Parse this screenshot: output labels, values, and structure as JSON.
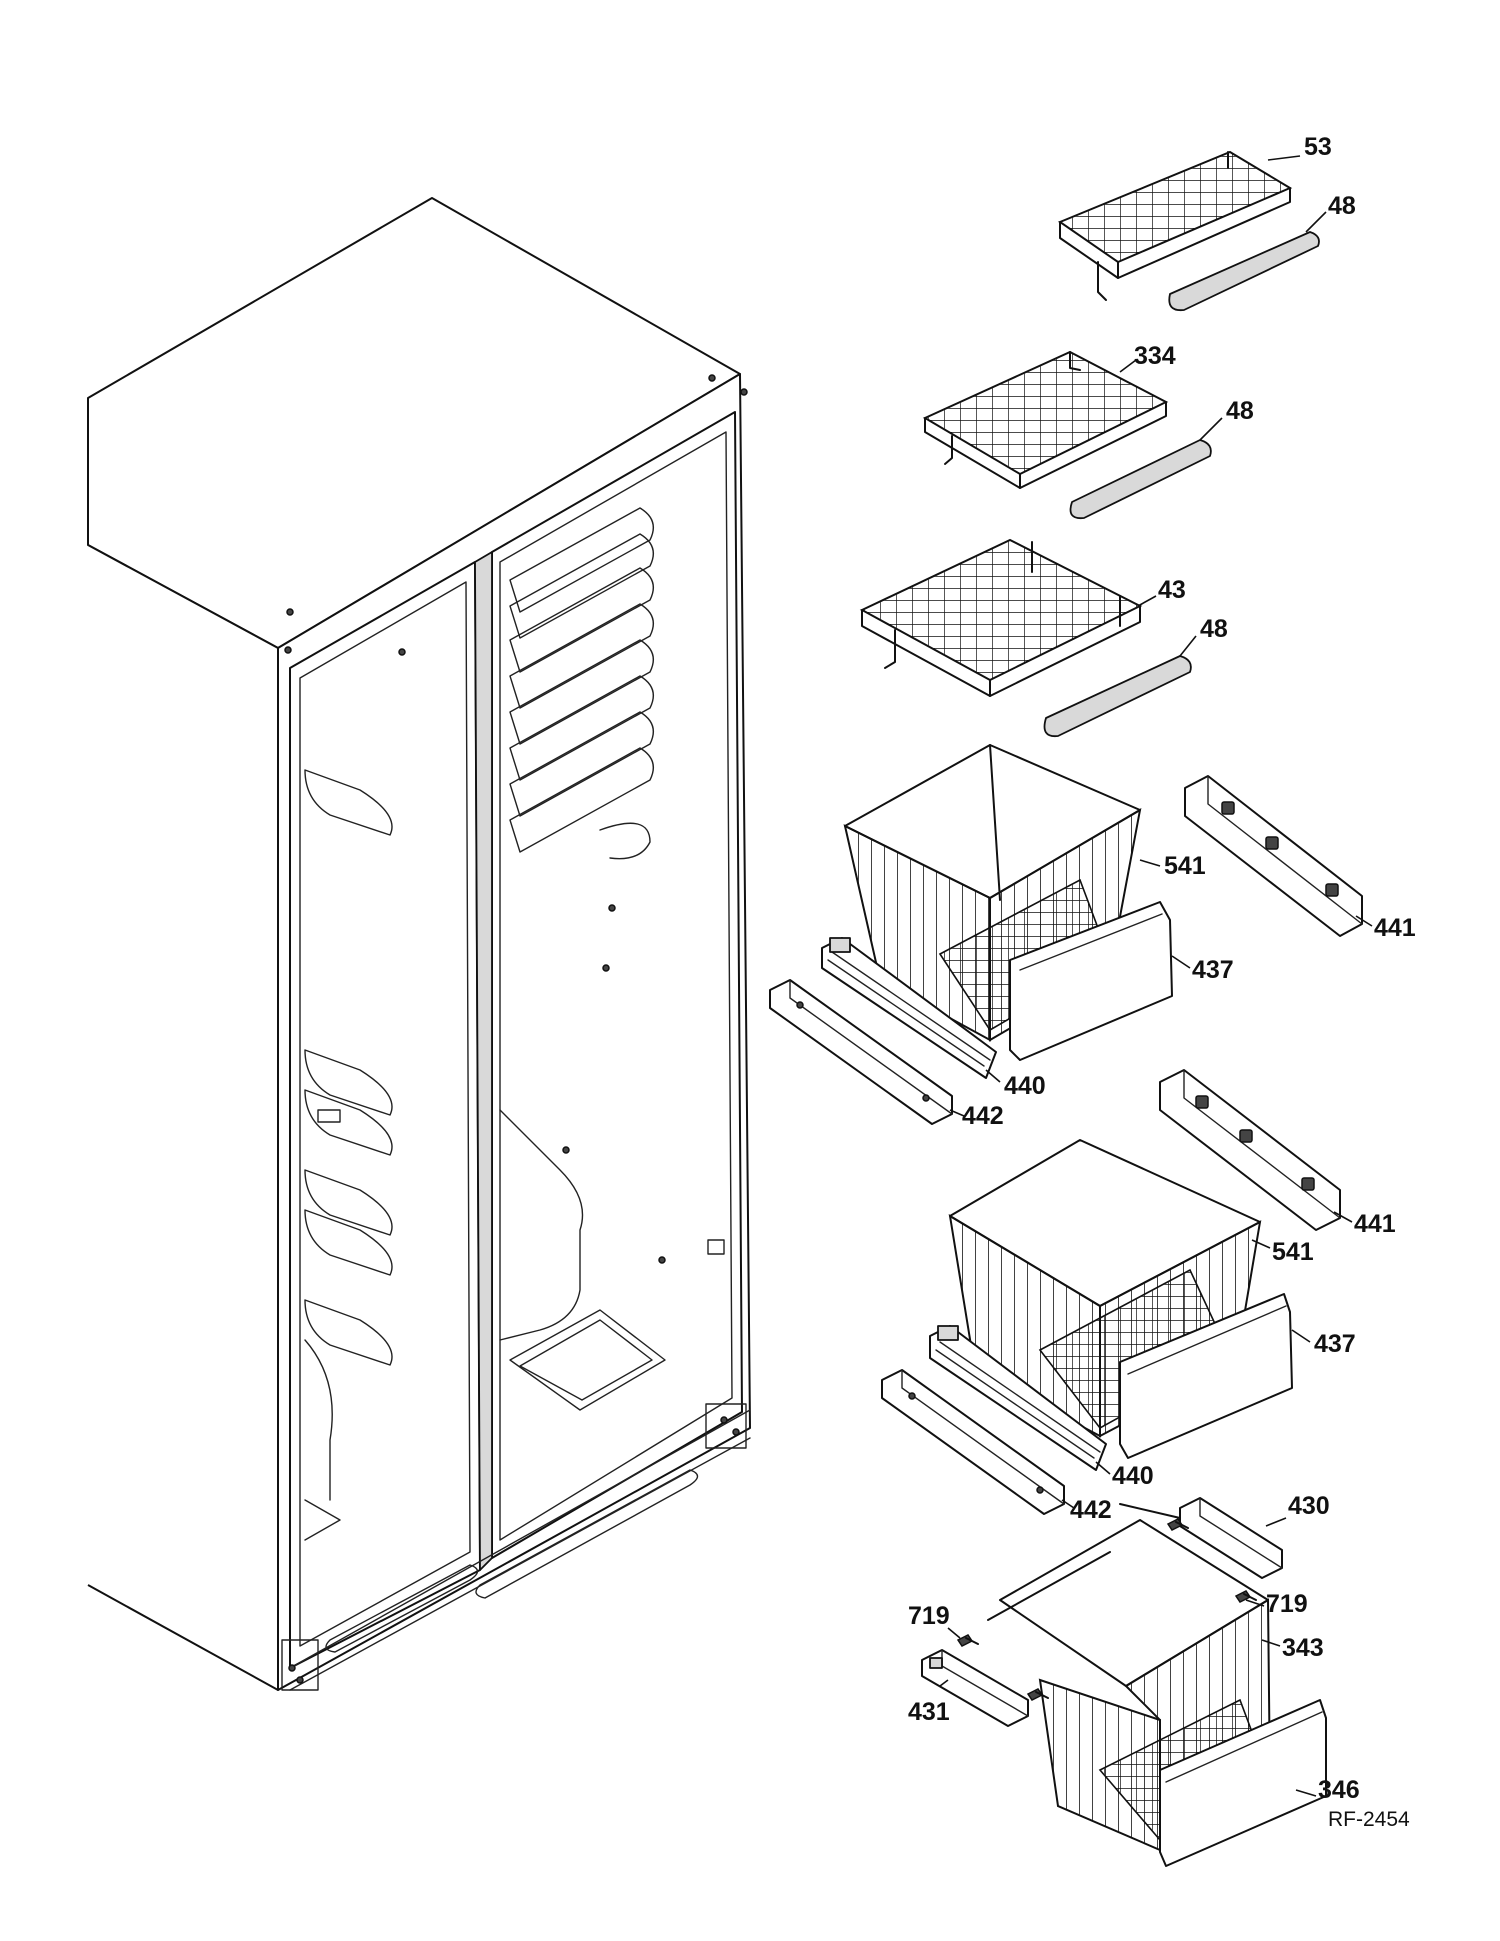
{
  "callouts": [
    {
      "id": "c53a",
      "text": "53"
    },
    {
      "id": "c48a",
      "text": "48"
    },
    {
      "id": "c334",
      "text": "334"
    },
    {
      "id": "c48b",
      "text": "48"
    },
    {
      "id": "c43",
      "text": "43"
    },
    {
      "id": "c48c",
      "text": "48"
    },
    {
      "id": "c541a",
      "text": "541"
    },
    {
      "id": "c441a",
      "text": "441"
    },
    {
      "id": "c437a",
      "text": "437"
    },
    {
      "id": "c440a",
      "text": "440"
    },
    {
      "id": "c442a",
      "text": "442"
    },
    {
      "id": "c441b",
      "text": "441"
    },
    {
      "id": "c541b",
      "text": "541"
    },
    {
      "id": "c437b",
      "text": "437"
    },
    {
      "id": "c440b",
      "text": "440"
    },
    {
      "id": "c442b",
      "text": "442"
    },
    {
      "id": "c430",
      "text": "430"
    },
    {
      "id": "c719a",
      "text": "719"
    },
    {
      "id": "c719b",
      "text": "719"
    },
    {
      "id": "c343",
      "text": "343"
    },
    {
      "id": "c431",
      "text": "431"
    },
    {
      "id": "c346",
      "text": "346"
    }
  ],
  "drawing_code": "RF-2454"
}
